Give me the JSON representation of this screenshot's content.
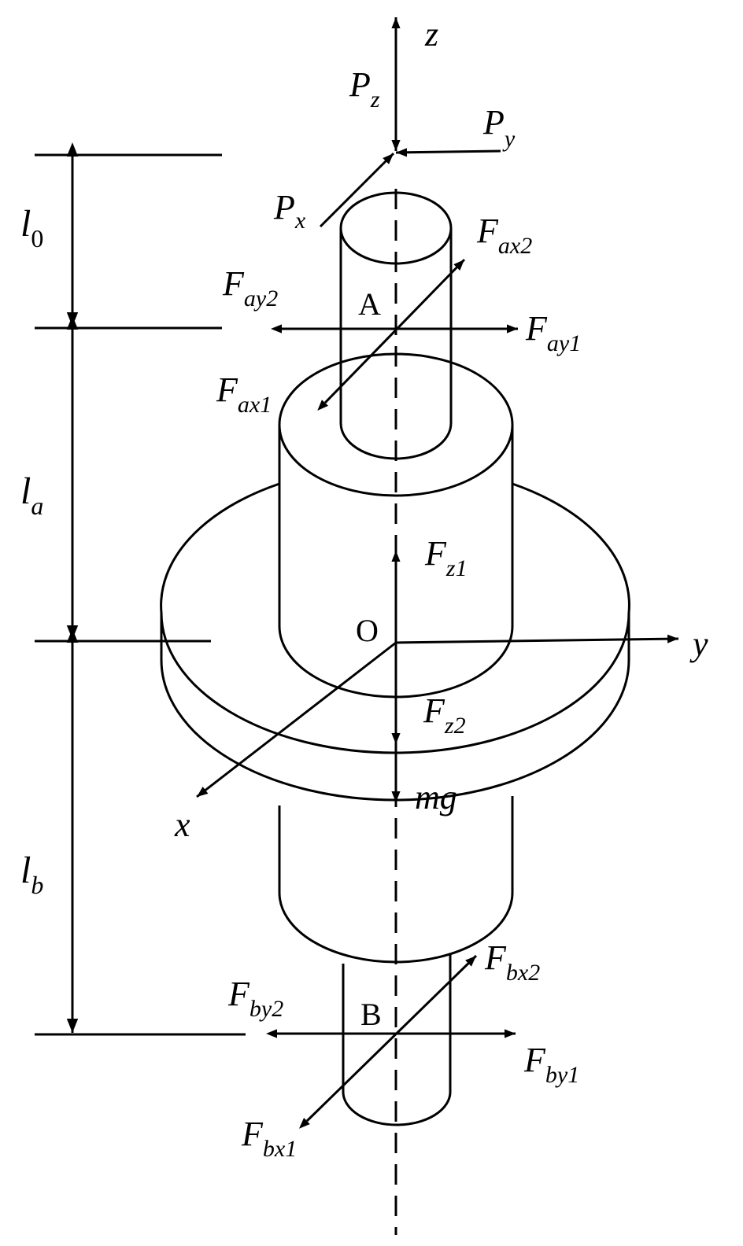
{
  "axes": {
    "z": "z",
    "y": "y",
    "x": "x"
  },
  "points": {
    "A": "A",
    "B": "B",
    "O": "O"
  },
  "loads": {
    "Pz": {
      "base": "P",
      "sub": "z"
    },
    "Py": {
      "base": "P",
      "sub": "y"
    },
    "Px": {
      "base": "P",
      "sub": "x"
    },
    "mg": "mg"
  },
  "bearing_a": {
    "Fax2": {
      "base": "F",
      "sub": "ax2"
    },
    "Fay2": {
      "base": "F",
      "sub": "ay2"
    },
    "Fay1": {
      "base": "F",
      "sub": "ay1"
    },
    "Fax1": {
      "base": "F",
      "sub": "ax1"
    }
  },
  "axial": {
    "Fz1": {
      "base": "F",
      "sub": "z1"
    },
    "Fz2": {
      "base": "F",
      "sub": "z2"
    }
  },
  "bearing_b": {
    "Fbx2": {
      "base": "F",
      "sub": "bx2"
    },
    "Fby2": {
      "base": "F",
      "sub": "by2"
    },
    "Fby1": {
      "base": "F",
      "sub": "by1"
    },
    "Fbx1": {
      "base": "F",
      "sub": "bx1"
    }
  },
  "dimensions": {
    "l0": {
      "base": "l",
      "sub": "0"
    },
    "la": {
      "base": "l",
      "sub": "a"
    },
    "lb": {
      "base": "l",
      "sub": "b"
    }
  }
}
